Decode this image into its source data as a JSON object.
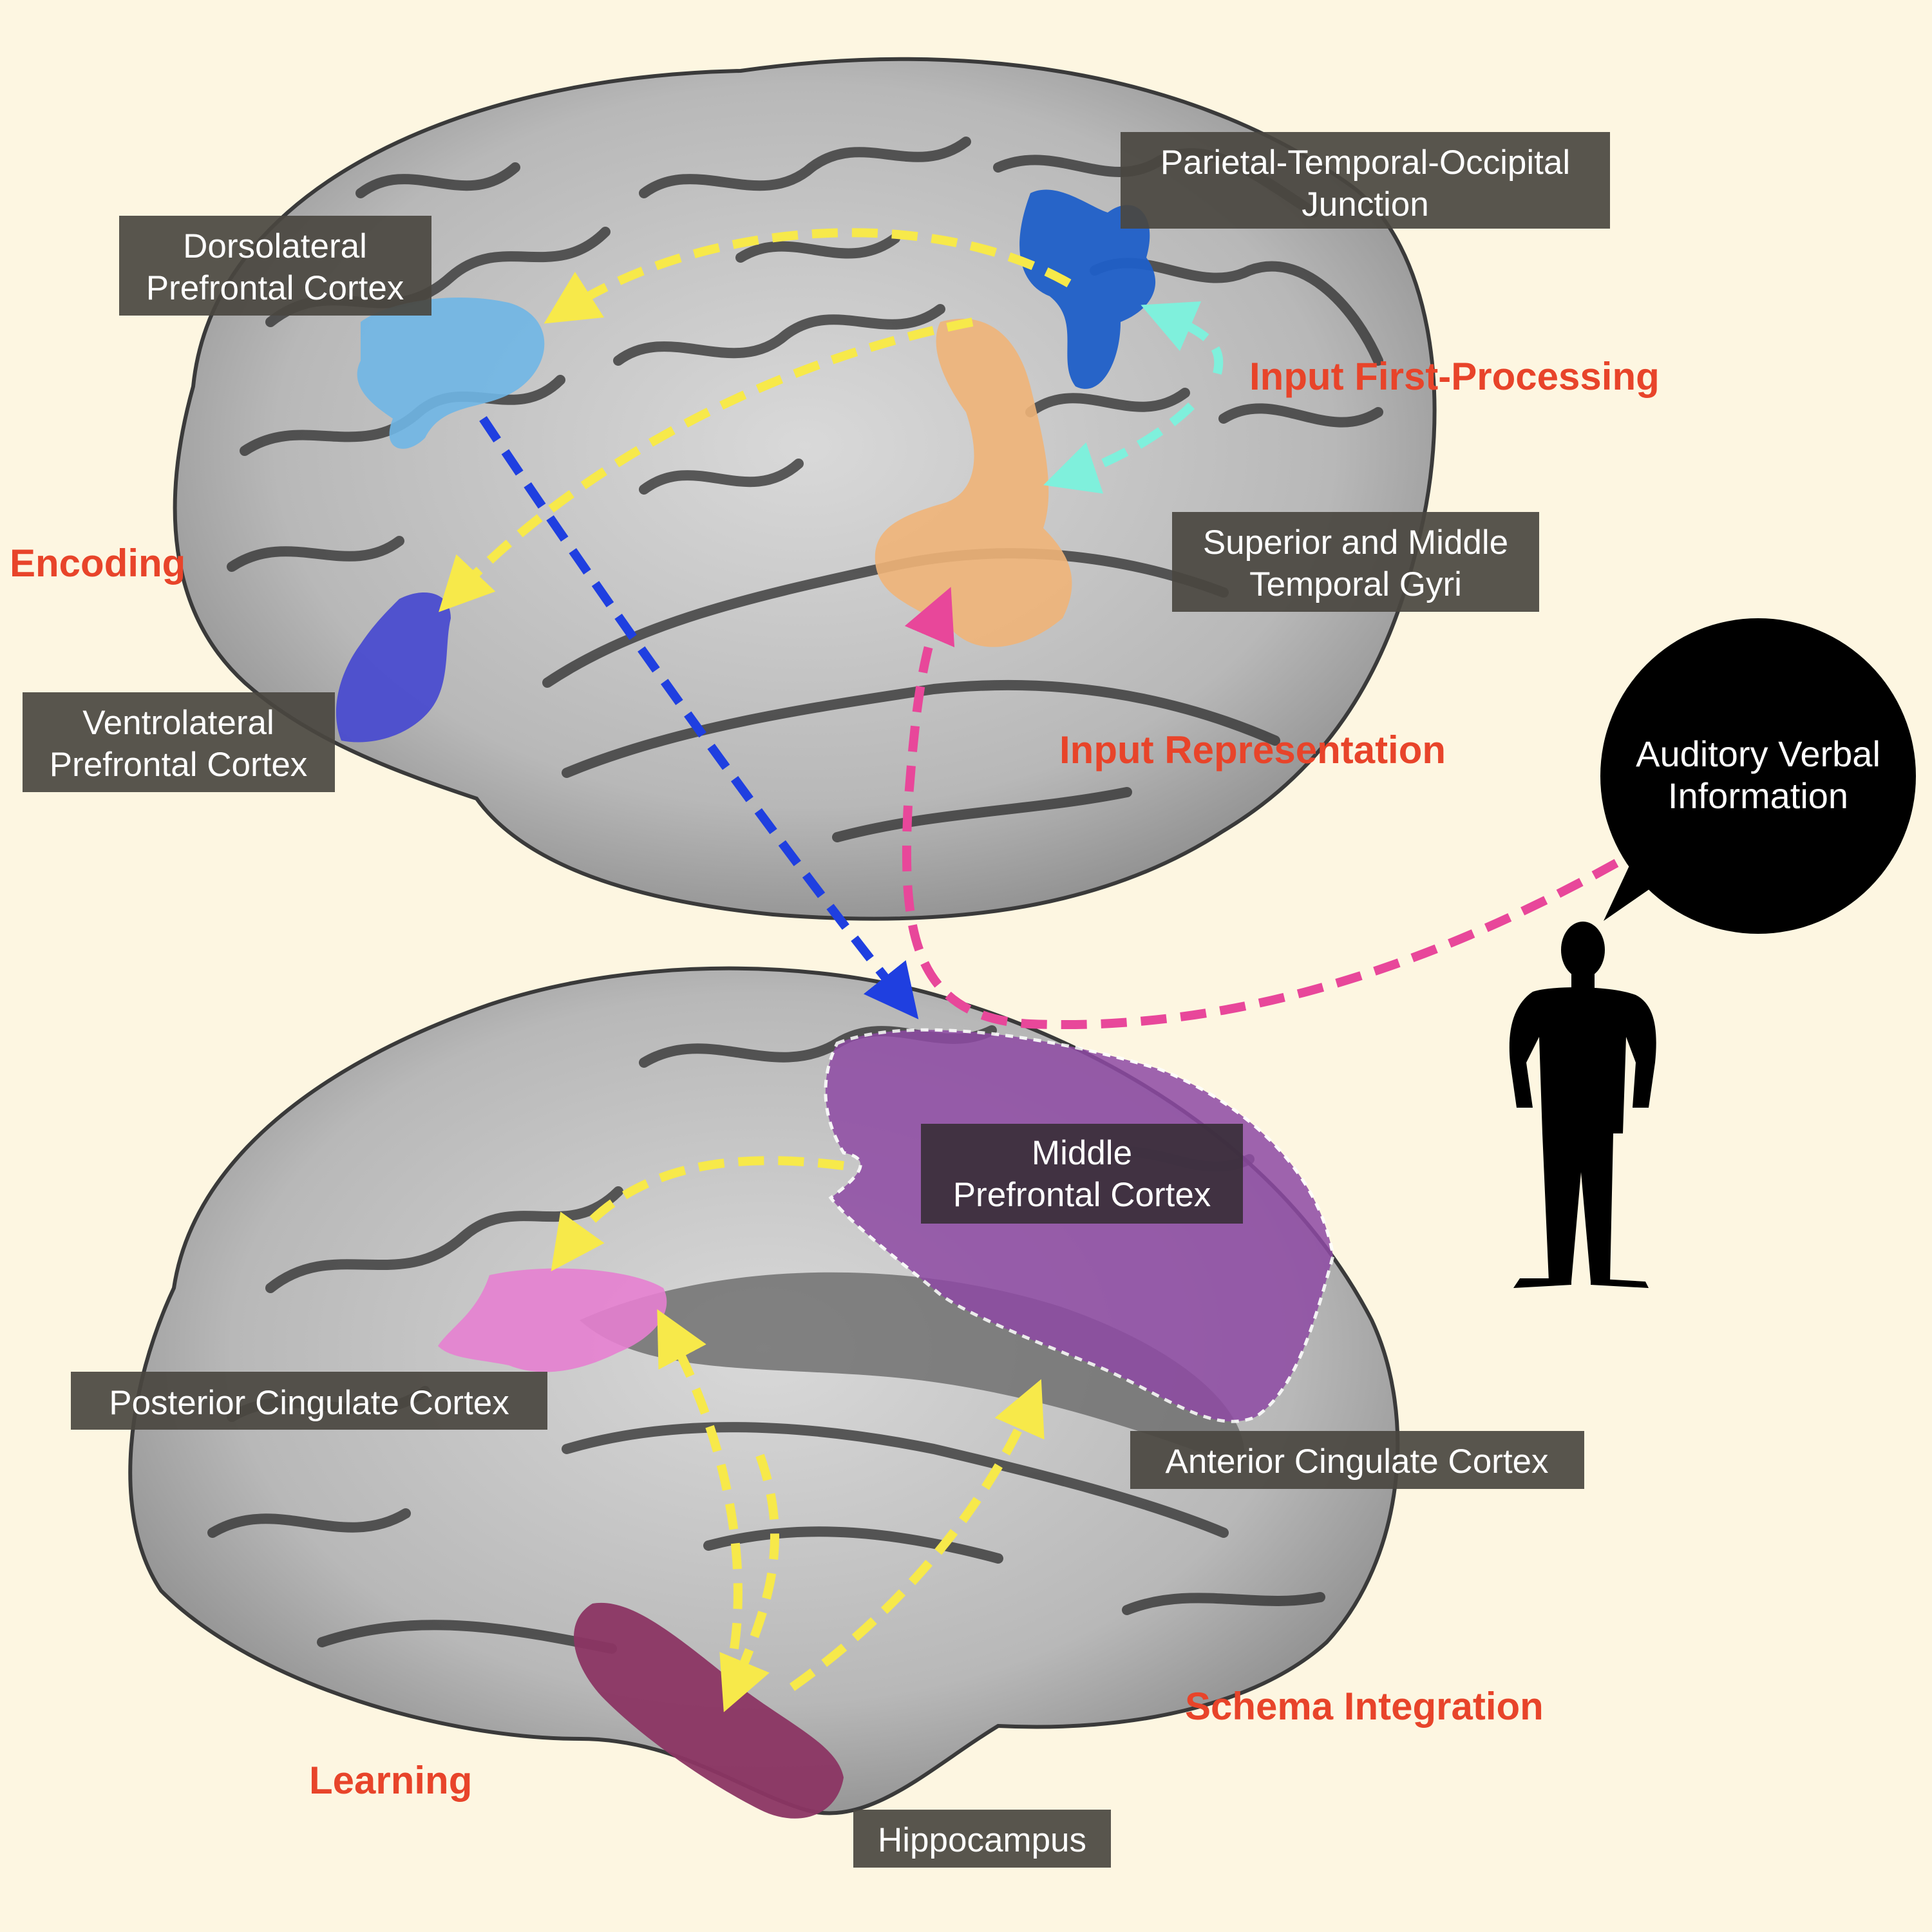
{
  "regions": {
    "dlpfc": {
      "line1": "Dorsolateral",
      "line2": "Prefrontal Cortex"
    },
    "ptoj": {
      "line1": "Parietal-Temporal-Occipital",
      "line2": "Junction"
    },
    "smtg": {
      "line1": "Superior and Middle",
      "line2": "Temporal Gyri"
    },
    "vlpfc": {
      "line1": "Ventrolateral",
      "line2": "Prefrontal Cortex"
    },
    "mpfc": {
      "line1": "Middle",
      "line2": "Prefrontal Cortex"
    },
    "pcc": {
      "line1": "Posterior Cingulate Cortex"
    },
    "acc": {
      "line1": "Anterior Cingulate Cortex"
    },
    "hippocampus": {
      "line1": "Hippocampus"
    }
  },
  "stages": {
    "input_first_processing": "Input First-Processing",
    "encoding": "Encoding",
    "input_representation": "Input Representation",
    "schema_integration": "Schema Integration",
    "learning": "Learning"
  },
  "speech_bubble": {
    "line1": "Auditory Verbal",
    "line2": "Information"
  },
  "colors": {
    "background": "#fdf6e1",
    "label_box": "#4a4640",
    "stage_text": "#e8442a",
    "arrow_yellow": "#f7e94a",
    "arrow_blue": "#1f3fe0",
    "arrow_pink": "#e8479a",
    "arrow_cyan": "#7ff0dc",
    "dlpfc": "#6fb6e6",
    "ptoj": "#1f5fc8",
    "smtg": "#f0b478",
    "vlpfc": "#4a4ccf",
    "mpfc": "#8e4aa4",
    "pcc": "#e57fd0",
    "hippocampus": "#8b3563"
  },
  "icons": [
    "human-silhouette-icon",
    "speech-bubble-icon"
  ]
}
